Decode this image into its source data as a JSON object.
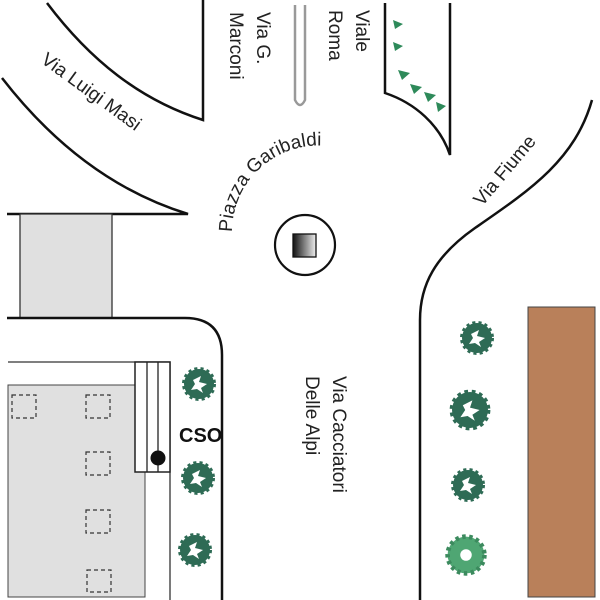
{
  "streets": {
    "via_luigi_masi": "Via Luigi Masi",
    "via_marconi_line1": "Via G.",
    "via_marconi_line2": "Marconi",
    "viale_roma_line1": "Viale",
    "viale_roma_line2": "Roma",
    "piazza_garibaldi": "Piazza Garibaldi",
    "via_fiume": "Via Fiume",
    "via_cacciatori_line1": "Via Cacciatori",
    "via_cacciatori_line2": "Delle Alpi"
  },
  "markers": {
    "cso_label": "CSO"
  },
  "colors": {
    "tree": "#2e6b55",
    "tree_light": "#4fa673",
    "building_grey": "#e0e0e0",
    "brown_block": "#b9805a"
  }
}
